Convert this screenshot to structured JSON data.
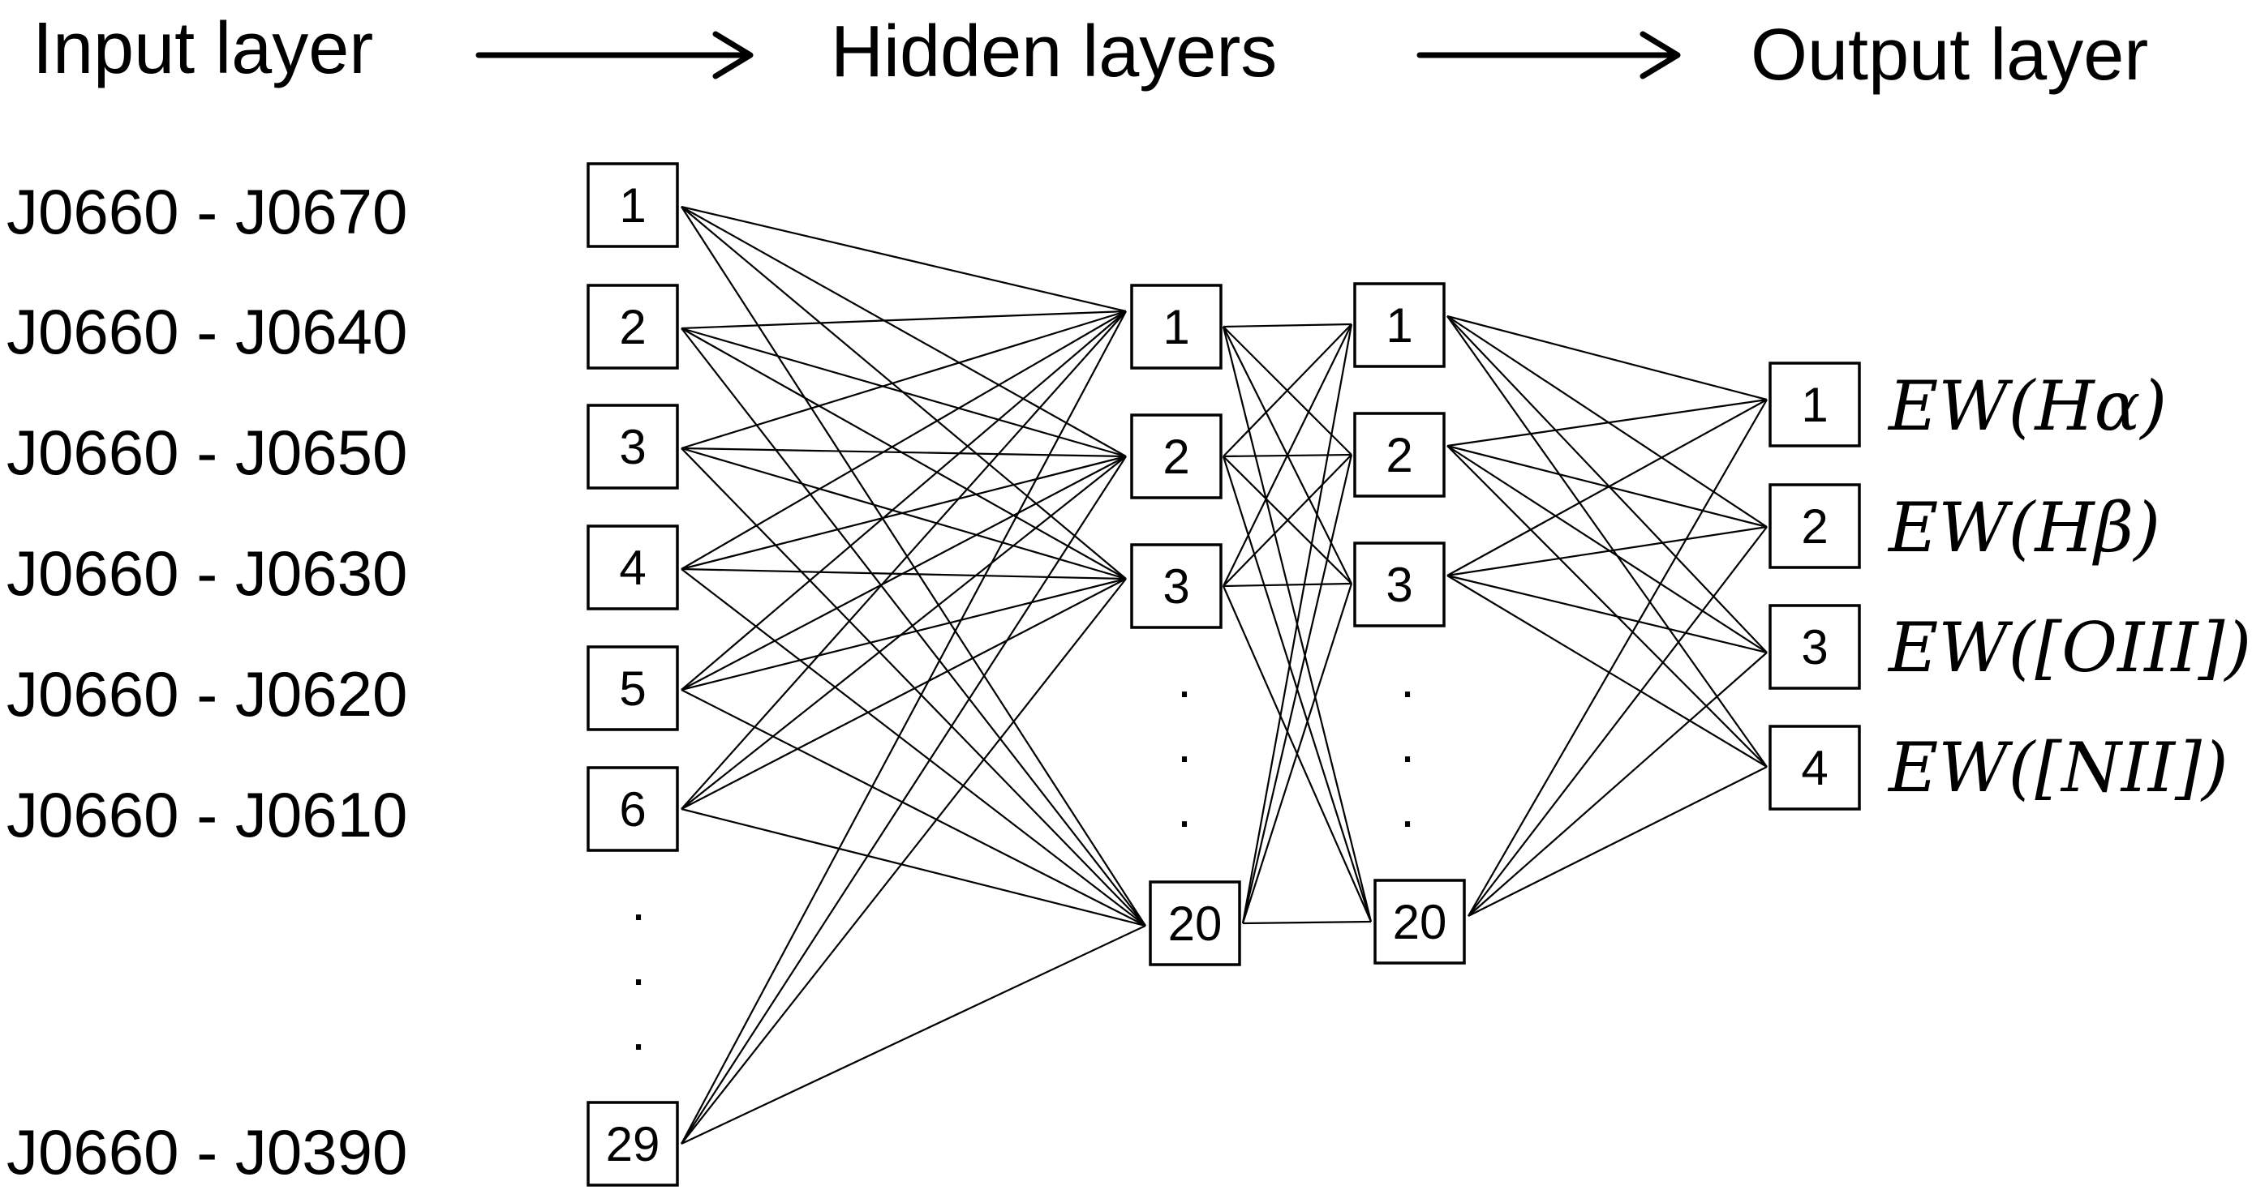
{
  "headers": {
    "input": "Input layer",
    "hidden": "Hidden layers",
    "output": "Output layer"
  },
  "input_labels": [
    "J0660 - J0670",
    "J0660 - J0640",
    "J0660 - J0650",
    "J0660 - J0630",
    "J0660 - J0620",
    "J0660 - J0610",
    "J0660 - J0390"
  ],
  "input_nodes": [
    "1",
    "2",
    "3",
    "4",
    "5",
    "6",
    "29"
  ],
  "hidden1_nodes": [
    "1",
    "2",
    "3",
    "20"
  ],
  "hidden2_nodes": [
    "1",
    "2",
    "3",
    "20"
  ],
  "output_nodes": [
    "1",
    "2",
    "3",
    "4"
  ],
  "output_labels": [
    "EW(Hα)",
    "EW(Hβ)",
    "EW([OIII])",
    "EW([NII])"
  ],
  "ellipsis": "."
}
